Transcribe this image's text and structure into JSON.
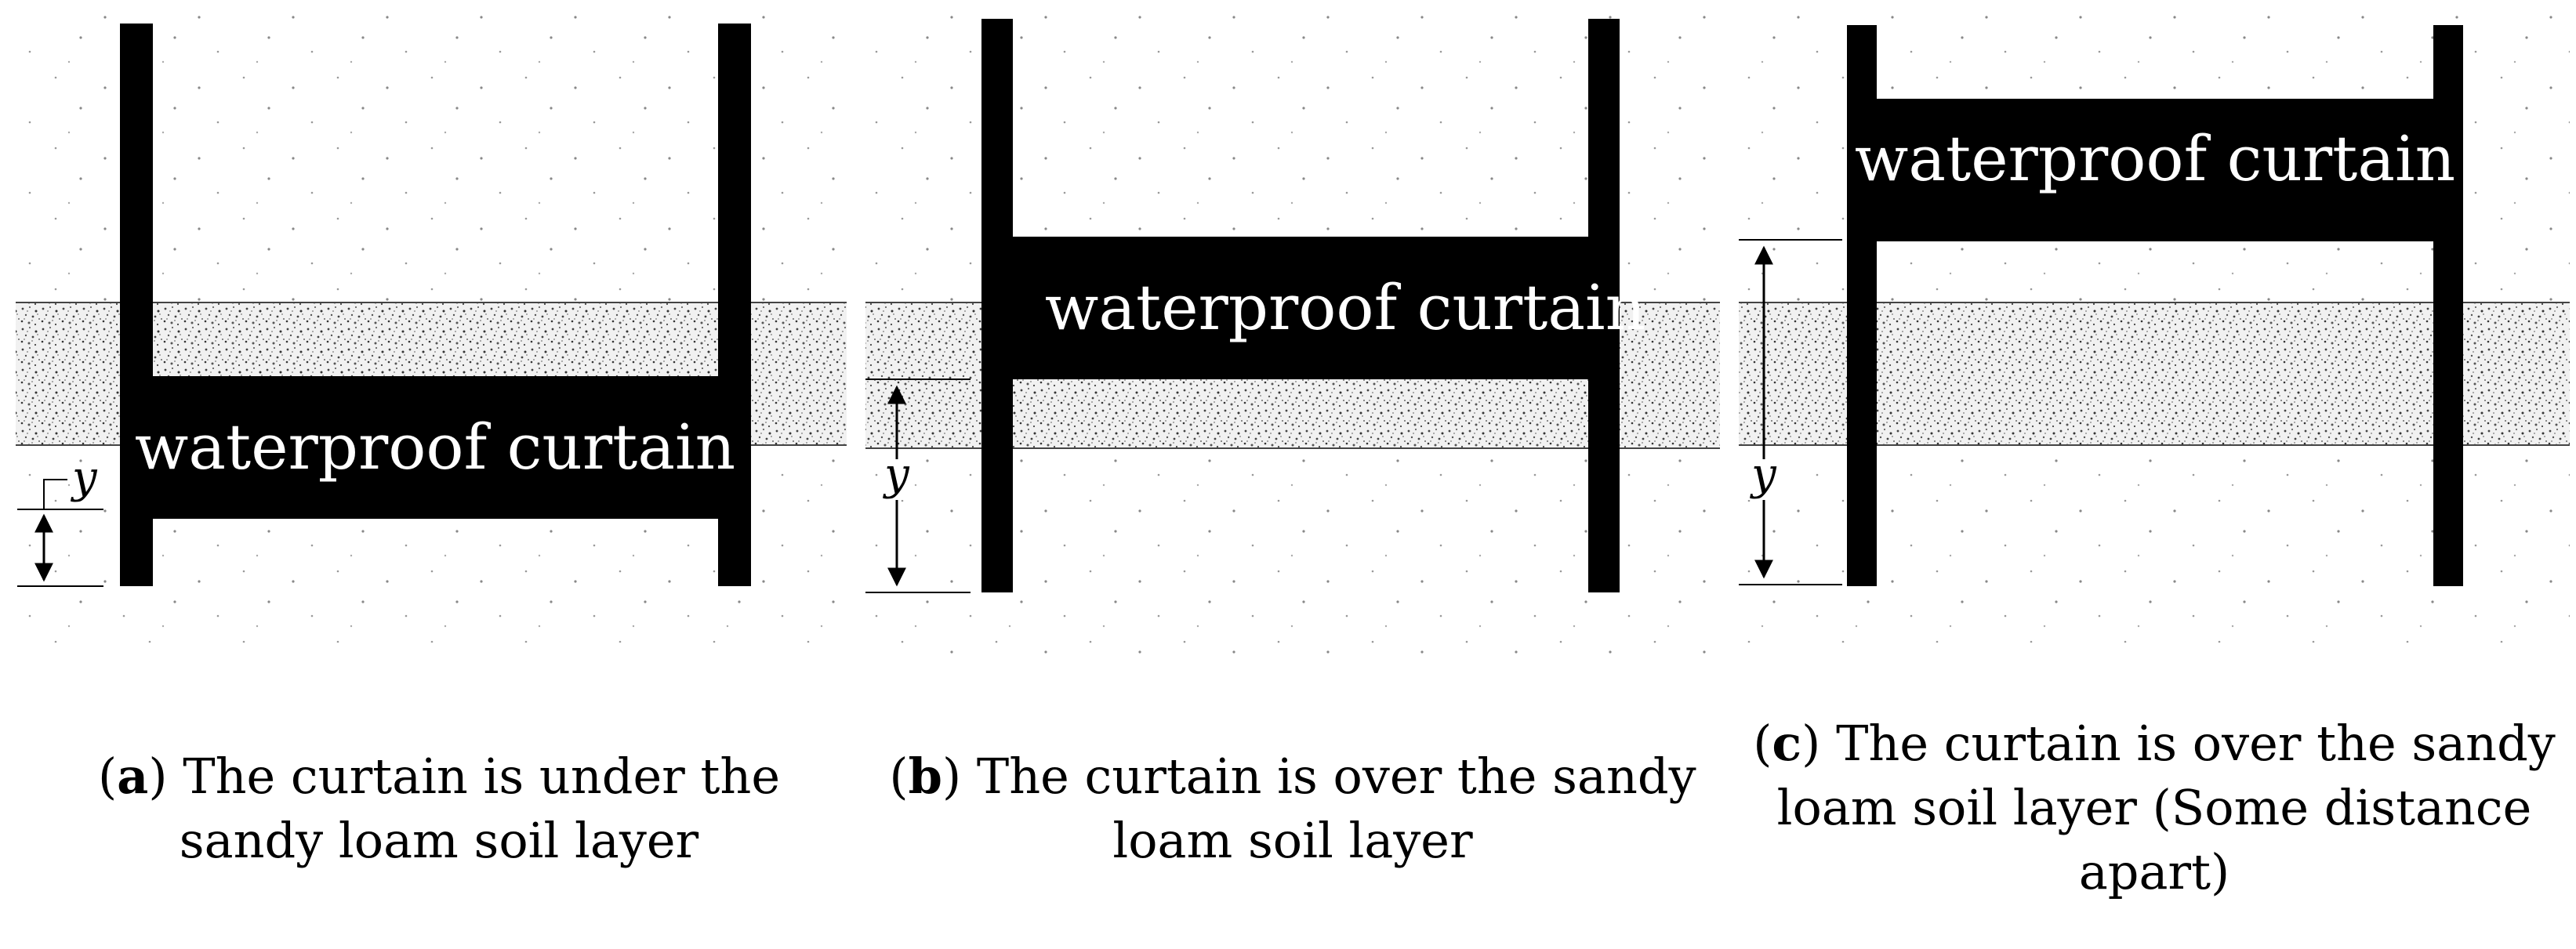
{
  "colors": {
    "wall": "#000000",
    "sand": "#c9c9c9",
    "border": "#555555"
  },
  "panels": [
    {
      "id": "a",
      "curtain_label": "waterproof curtain",
      "dimension_symbol": "y",
      "caption_letter": "a",
      "caption_text": "The curtain is under the sandy loam soil layer"
    },
    {
      "id": "b",
      "curtain_label": "waterproof curtain",
      "dimension_symbol": "y",
      "caption_letter": "b",
      "caption_text": "The curtain is over the sandy loam soil layer"
    },
    {
      "id": "c",
      "curtain_label": "waterproof curtain",
      "dimension_symbol": "y",
      "caption_letter": "c",
      "caption_text": "The curtain is over the sandy loam soil layer (Some distance apart)"
    }
  ]
}
